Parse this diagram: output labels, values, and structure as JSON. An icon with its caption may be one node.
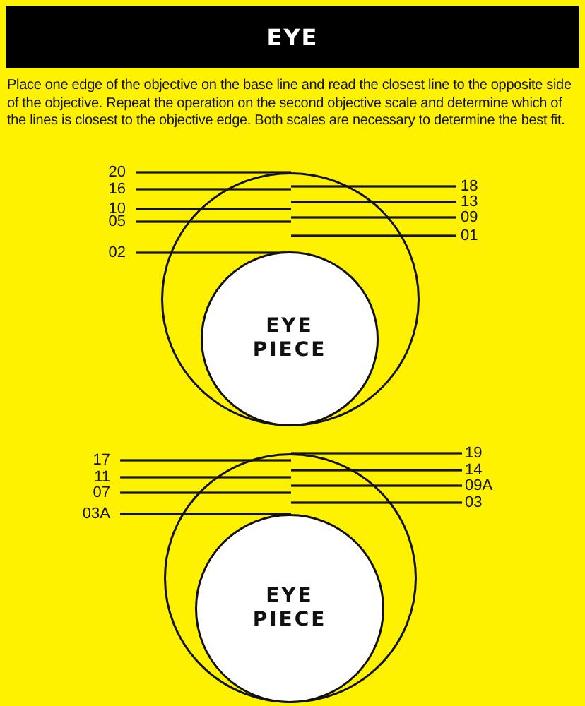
{
  "diagram": {
    "title": "EYE",
    "nodes": [
      {
        "text": [],
        "shape": "circle"
      },
      {
        "text": [
          "EYE PIECE"
        ],
        "in": 0
      },
      {
        "text": [],
        "shape": "circle"
      },
      {
        "text": [
          "EYE PIECE"
        ],
        "in": 2
      }
    ],
    "labels": [
      "Place one edge of the objective on the base line and read the closest line to the opposite side of the objective. Repeat the operation on the second objective scale and determine which of the lines is closest to the objective edge. Both scales are necessary to determine the best fit.",
      "20",
      "18",
      "16",
      "13",
      "10",
      "09",
      "05",
      "01",
      "02",
      "19",
      "17",
      "14",
      "11",
      "09A",
      "07",
      "03",
      "03A"
    ]
  }
}
